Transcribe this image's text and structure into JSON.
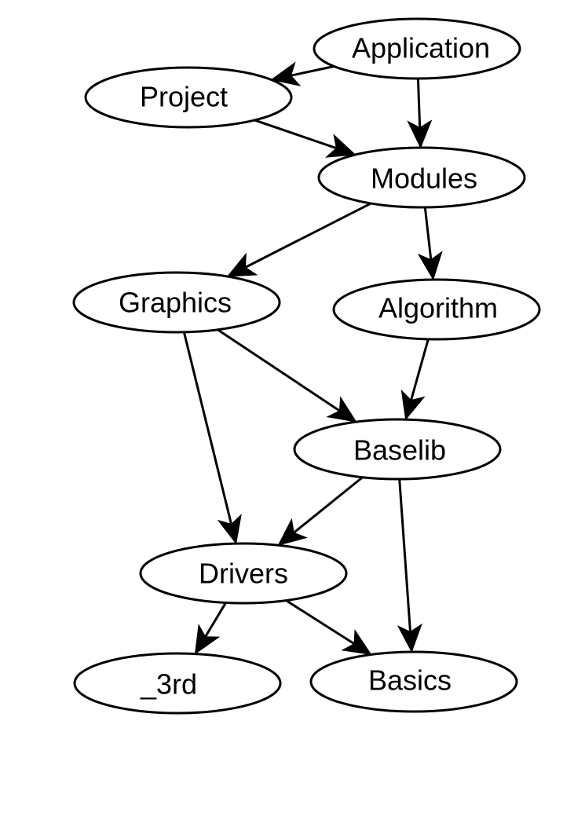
{
  "diagram": {
    "nodes": [
      {
        "id": "application",
        "label": "Application"
      },
      {
        "id": "project",
        "label": "Project"
      },
      {
        "id": "modules",
        "label": "Modules"
      },
      {
        "id": "graphics",
        "label": "Graphics"
      },
      {
        "id": "algorithm",
        "label": "Algorithm"
      },
      {
        "id": "baselib",
        "label": "Baselib"
      },
      {
        "id": "drivers",
        "label": "Drivers"
      },
      {
        "id": "third",
        "label": "_3rd"
      },
      {
        "id": "basics",
        "label": "Basics"
      }
    ],
    "edges": [
      {
        "from": "application",
        "to": "project"
      },
      {
        "from": "application",
        "to": "modules"
      },
      {
        "from": "project",
        "to": "modules"
      },
      {
        "from": "modules",
        "to": "graphics"
      },
      {
        "from": "modules",
        "to": "algorithm"
      },
      {
        "from": "graphics",
        "to": "baselib"
      },
      {
        "from": "graphics",
        "to": "drivers"
      },
      {
        "from": "algorithm",
        "to": "baselib"
      },
      {
        "from": "baselib",
        "to": "drivers"
      },
      {
        "from": "baselib",
        "to": "basics"
      },
      {
        "from": "drivers",
        "to": "third"
      },
      {
        "from": "drivers",
        "to": "basics"
      }
    ]
  }
}
